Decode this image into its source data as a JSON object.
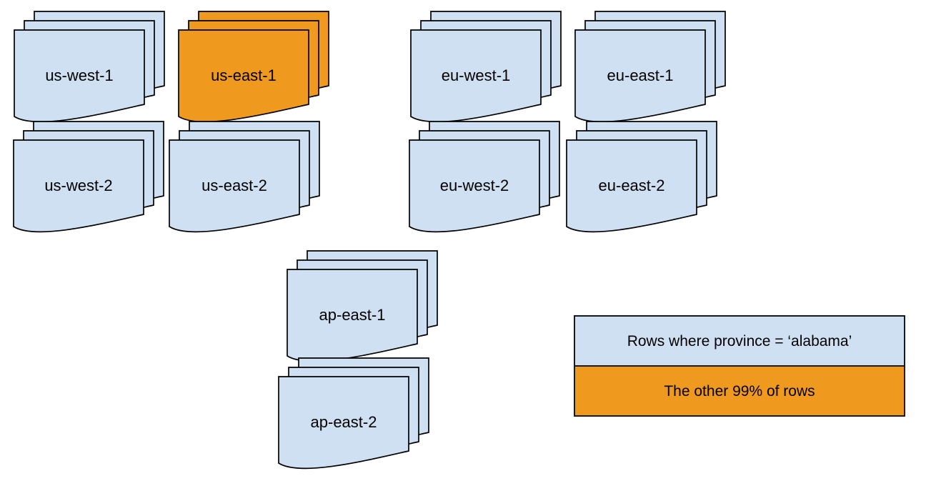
{
  "colors": {
    "region_blue": "#CFE0F2",
    "highlight_orange": "#F0991F",
    "outline": "#000000",
    "background": "#FFFFFF"
  },
  "stacks": [
    {
      "label": "us-west-1",
      "color": "blue",
      "fill": "#CFE0F2"
    },
    {
      "label": "us-east-1",
      "color": "orange",
      "fill": "#F0991F"
    },
    {
      "label": "eu-west-1",
      "color": "blue",
      "fill": "#CFE0F2"
    },
    {
      "label": "eu-east-1",
      "color": "blue",
      "fill": "#CFE0F2"
    },
    {
      "label": "us-west-2",
      "color": "blue",
      "fill": "#CFE0F2"
    },
    {
      "label": "us-east-2",
      "color": "blue",
      "fill": "#CFE0F2"
    },
    {
      "label": "eu-west-2",
      "color": "blue",
      "fill": "#CFE0F2"
    },
    {
      "label": "eu-east-2",
      "color": "blue",
      "fill": "#CFE0F2"
    },
    {
      "label": "ap-east-1",
      "color": "blue",
      "fill": "#CFE0F2"
    },
    {
      "label": "ap-east-2",
      "color": "blue",
      "fill": "#CFE0F2"
    }
  ],
  "legend": {
    "items": [
      {
        "label": "Rows where province = ‘alabama’",
        "color": "blue",
        "fill": "#CFE0F2"
      },
      {
        "label": "The other 99% of rows",
        "color": "orange",
        "fill": "#F0991F"
      }
    ]
  }
}
